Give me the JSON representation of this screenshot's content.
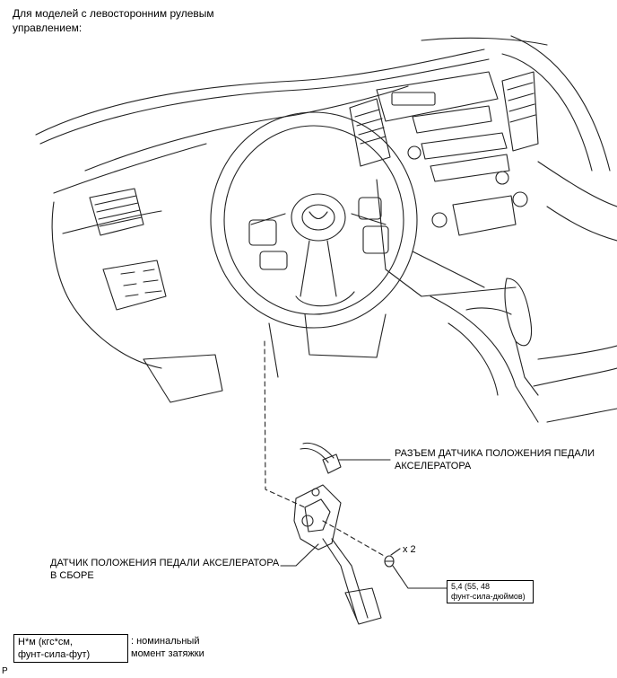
{
  "header": {
    "line1": "Для моделей с левосторонним рулевым",
    "line2": "управлением:"
  },
  "labels": {
    "connector_line1": "РАЗЪЕМ ДАТЧИКА ПОЛОЖЕНИЯ ПЕДАЛИ",
    "connector_line2": "АКСЕЛЕРАТОРА",
    "sensor_line1": "ДАТЧИК ПОЛОЖЕНИЯ ПЕДАЛИ АКСЕЛЕРАТОРА",
    "sensor_line2": "В СБОРЕ",
    "quantity": "x 2",
    "torque_line1": "5,4 (55, 48",
    "torque_line2": "фунт-сила-дюймов)"
  },
  "legend": {
    "units_line1": "Н*м (кгс*см,",
    "units_line2": "фунт-сила-фут)",
    "desc_line1": ": номинальный",
    "desc_line2": "момент затяжки"
  },
  "footer": {
    "corner_mark": "P"
  }
}
